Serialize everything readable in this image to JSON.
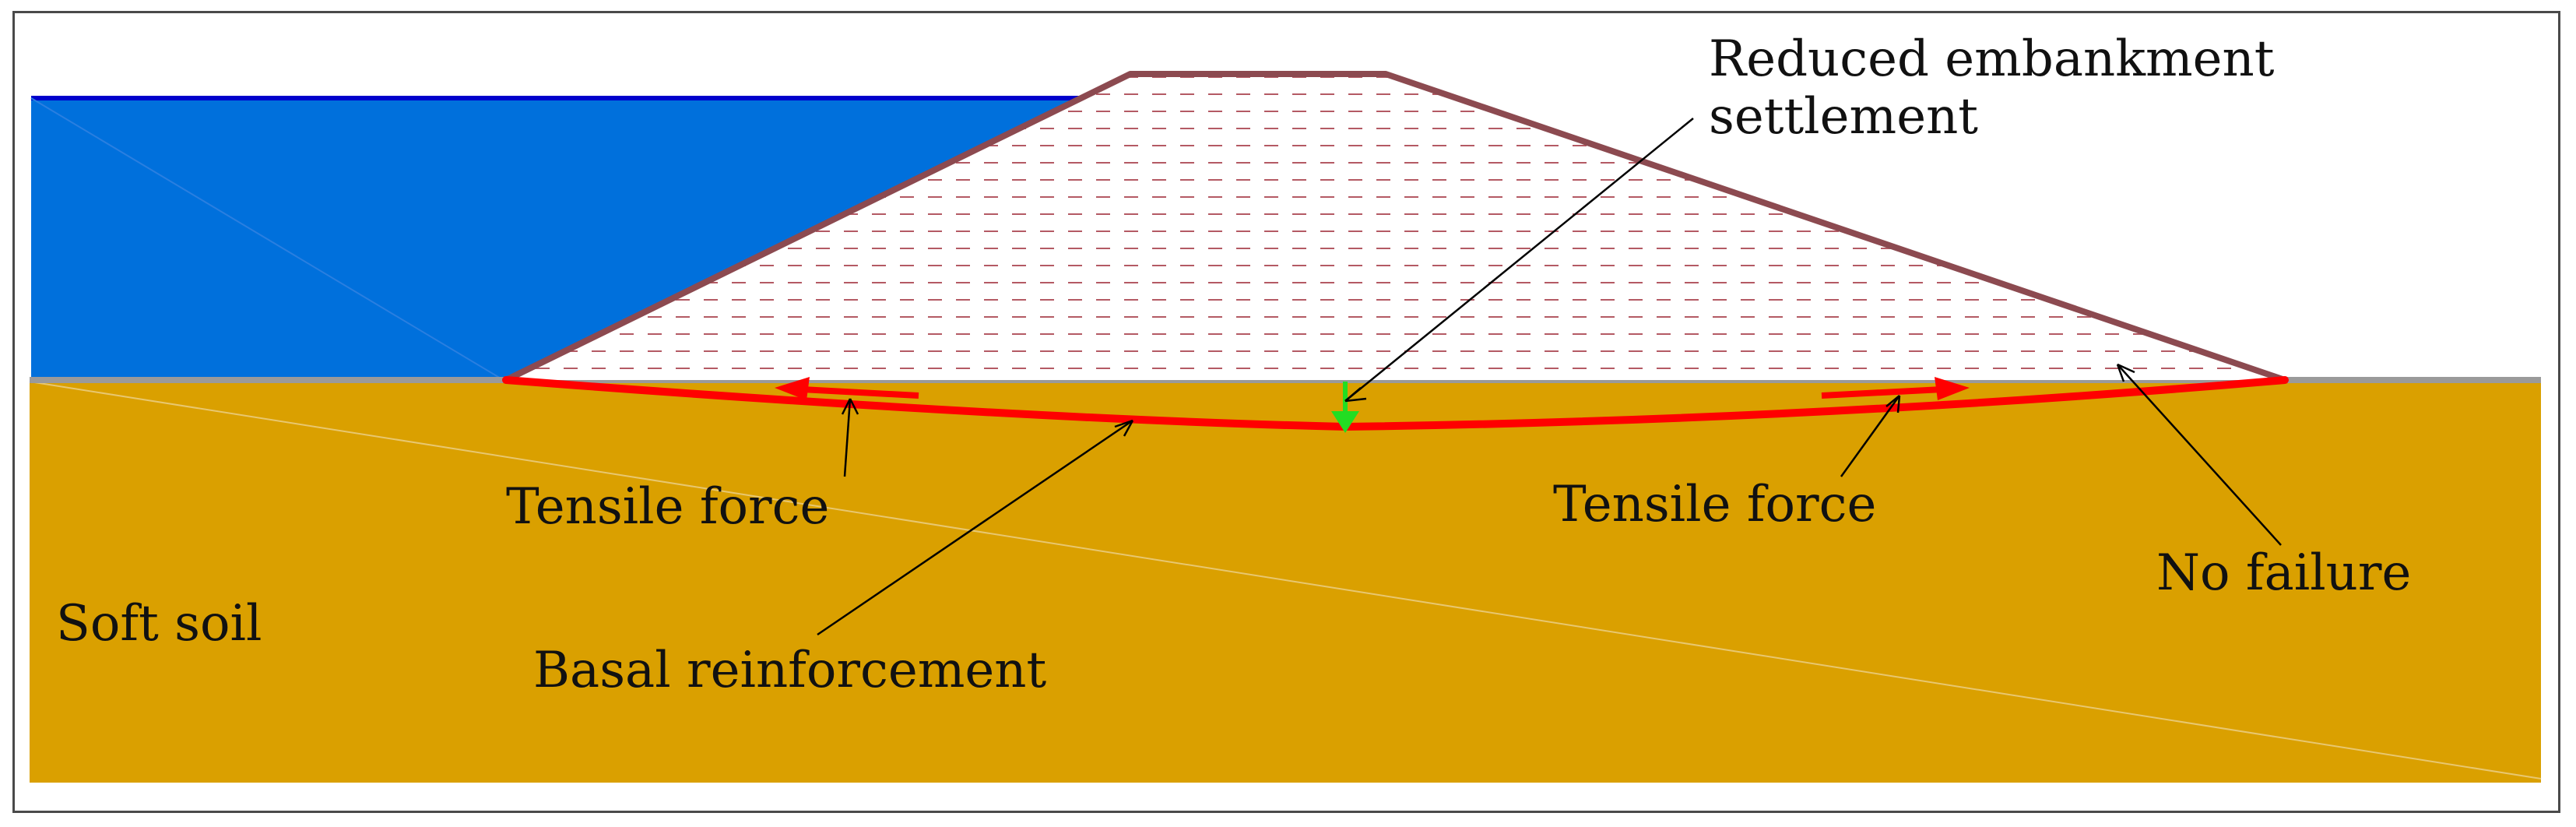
{
  "labels": {
    "settlement": "Reduced embankment\nsettlement",
    "tensile_left": "Tensile force",
    "tensile_right": "Tensile force",
    "no_failure": "No failure",
    "soft_soil": "Soft soil",
    "basal_reinforcement": "Basal reinforcement"
  },
  "colors": {
    "water": "#0070DC",
    "water_surface": "#0000CC",
    "soil": "#DAA000",
    "embankment_fill": "#FFFFFF",
    "embankment_hatch": "#B45A64",
    "embankment_outline": "#8C4A50",
    "ground_line": "#9A9A9A",
    "reinforcement": "#FF0000",
    "settlement_arrow": "#22DD22",
    "leader_line": "#000000"
  },
  "icons": {
    "tensile_left": "arrow-left-icon",
    "tensile_right": "arrow-right-icon",
    "settlement": "arrow-down-icon"
  }
}
